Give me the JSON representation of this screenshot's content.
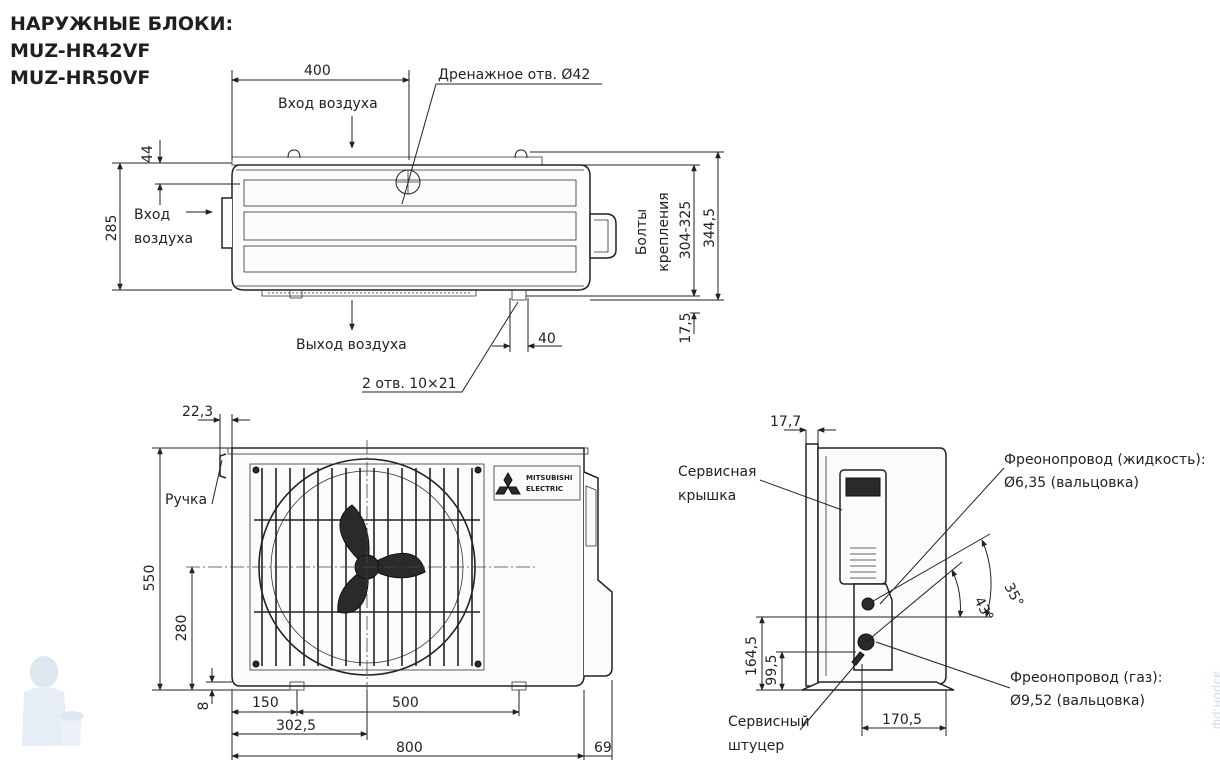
{
  "title": {
    "line1": "НАРУЖНЫЕ БЛОКИ:",
    "line2": "MUZ-HR42VF",
    "line3": "MUZ-HR50VF"
  },
  "top_view": {
    "width": "400",
    "drain_hole": "Дренажное  отв. Ø42",
    "air_in_top": "Вход воздуха",
    "dim_44": "44",
    "dim_285": "285",
    "air_in_side_1": "Вход",
    "air_in_side_2": "воздуха",
    "bolts_1": "Болты",
    "bolts_2": "крепления",
    "dim_304_325": "304-325",
    "dim_344_5": "344,5",
    "dim_17_5": "17,5",
    "dim_40": "40",
    "air_out": "Выход воздуха",
    "holes": "2 отв. 10×21"
  },
  "front_view": {
    "dim_22_3": "22,3",
    "handle": "Ручка",
    "dim_550": "550",
    "dim_280": "280",
    "dim_8": "8",
    "dim_150": "150",
    "dim_500": "500",
    "dim_302_5": "302,5",
    "dim_800": "800",
    "dim_69": "69",
    "brand_1": "MITSUBISHI",
    "brand_2": "ELECTRIC"
  },
  "side_view": {
    "dim_17_7": "17,7",
    "service_cover_1": "Сервисная",
    "service_cover_2": "крышка",
    "liquid_pipe_1": "Фреонопровод (жидкость):",
    "liquid_pipe_2": "Ø6,35 (вальцовка)",
    "angle_35": "35°",
    "angle_43": "43°",
    "dim_164_5": "164,5",
    "dim_99_5": "99,5",
    "gas_pipe_1": "Фреонопровод (газ):",
    "gas_pipe_2": "Ø9,52 (вальцовка)",
    "service_port_1": "Сервисный",
    "service_port_2": "штуцер",
    "dim_170_5": "170,5"
  },
  "watermark": "аэрон.рф"
}
